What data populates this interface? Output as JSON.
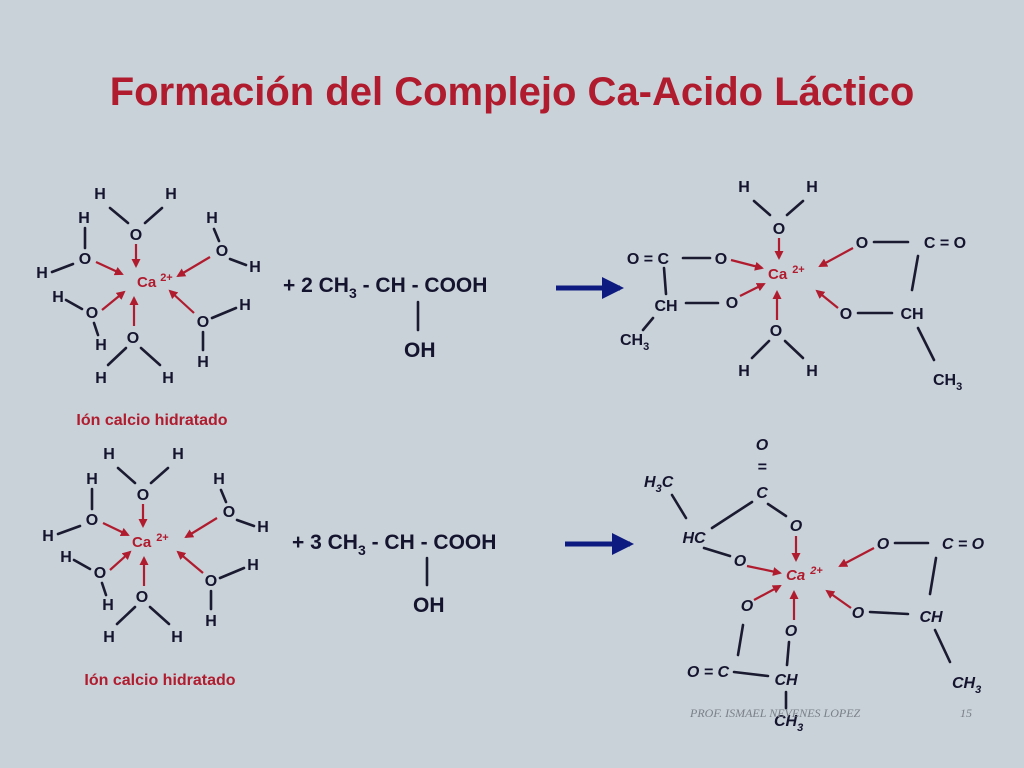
{
  "slide": {
    "title": "Formación del Complejo Ca-Acido Láctico",
    "footer_author": "PROF. ISMAEL NEVENES LOPEZ",
    "page_number": "15"
  },
  "atoms": {
    "H": "H",
    "O": "O",
    "Ca": "Ca",
    "charge": "2+",
    "CH": "CH",
    "C": "C",
    "HC": "HC",
    "H3C_h": "H",
    "H3C_c": "C",
    "CH3_ch": "CH",
    "CH3_sub": "3",
    "co_left": "O = C",
    "co_right": "C = O",
    "dbl": "="
  },
  "reaction1": {
    "coef": "+ 2 CH",
    "sub": "3",
    "rest": " - CH - COOH",
    "oh": "OH",
    "caption": "Ión calcio hidratado"
  },
  "reaction2": {
    "coef": "+ 3 CH",
    "sub": "3",
    "rest": " - CH - COOH",
    "oh": "OH",
    "caption": "Ión calcio hidratado"
  },
  "colors": {
    "title": "#b01c2e",
    "background": "#c9d1d9",
    "arrow": "#0d1a80",
    "bond": "#1a1a30"
  }
}
